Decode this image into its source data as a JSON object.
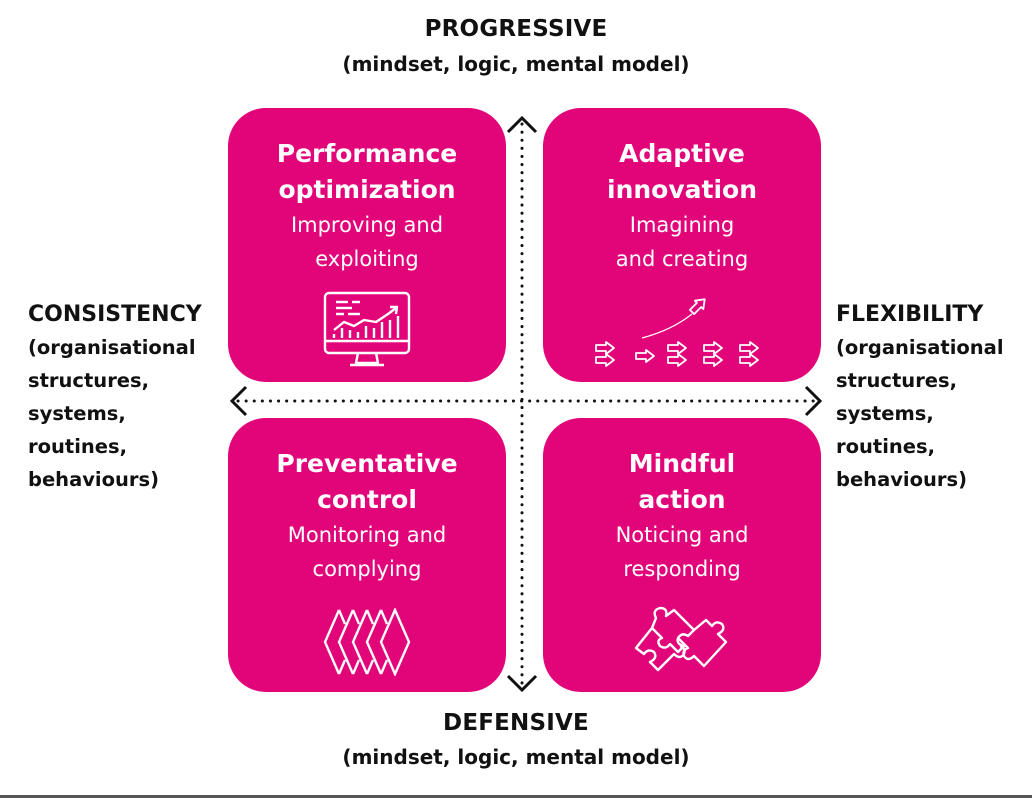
{
  "top_axis": {
    "title": "PROGRESSIVE",
    "subtitle": "(mindset, logic, mental model)"
  },
  "bottom_axis": {
    "title": "DEFENSIVE",
    "subtitle": "(mindset, logic, mental model)"
  },
  "left_axis": {
    "title": "CONSISTENCY",
    "lines": [
      "(organisational",
      "structures,",
      "systems,",
      "routines,",
      "behaviours)"
    ]
  },
  "right_axis": {
    "title": "FLEXIBILITY",
    "lines": [
      "(organisational",
      "structures,",
      "systems,",
      "routines,",
      "behaviours)"
    ]
  },
  "quadrants": [
    {
      "title1": "Performance",
      "title2": "optimization",
      "sub1": "Improving and",
      "sub2": "exploiting",
      "icon": "monitor-chart-icon"
    },
    {
      "title1": "Adaptive",
      "title2": "innovation",
      "sub1": "Imagining",
      "sub2": "and creating",
      "icon": "arrows-breakout-icon"
    },
    {
      "title1": "Preventative",
      "title2": "control",
      "sub1": "Monitoring and",
      "sub2": "complying",
      "icon": "diamonds-icon"
    },
    {
      "title1": "Mindful",
      "title2": "action",
      "sub1": "Noticing and",
      "sub2": "responding",
      "icon": "puzzle-icon"
    }
  ],
  "colors": {
    "accent": "#e2057a"
  }
}
